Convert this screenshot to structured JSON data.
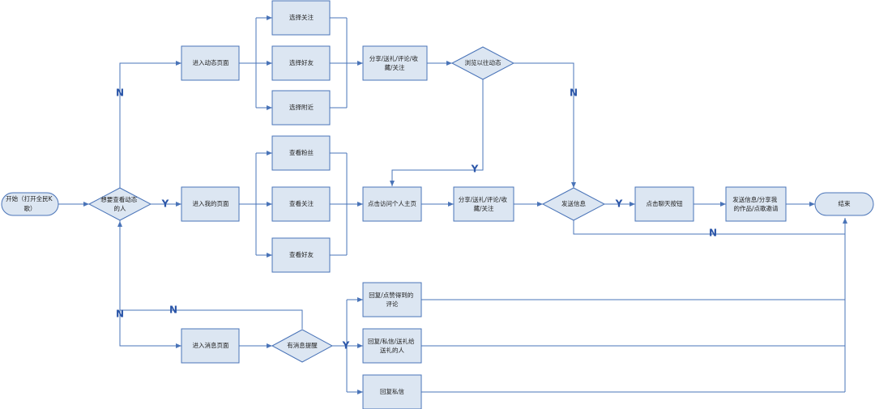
{
  "nodes": {
    "start": [
      "开始（打开全民K",
      "歌）"
    ],
    "want_dynamic": [
      "想要查看动态",
      "的人"
    ],
    "enter_dynamic": [
      "进入动态页面"
    ],
    "enter_mine": [
      "进入我的页面"
    ],
    "enter_message": [
      "进入消息页面"
    ],
    "sel_follow": [
      "选择关注"
    ],
    "sel_friends": [
      "选择好友"
    ],
    "sel_nearby": [
      "选择附近"
    ],
    "view_fans": [
      "查看粉丝"
    ],
    "view_follow": [
      "查看关注"
    ],
    "view_friends": [
      "查看好友"
    ],
    "share_top": [
      "分享/送礼/评论/收",
      "藏/关注"
    ],
    "browse": [
      "浏览以往动态"
    ],
    "visit": [
      "点击访问个人主页"
    ],
    "share_mid": [
      "分享/送礼/评论/收",
      "藏/关注"
    ],
    "send_msg": [
      "发送信息"
    ],
    "chat_btn": [
      "点击聊天按钮"
    ],
    "send_share": [
      "发送信息/分享我",
      "的作品/点歌邀请"
    ],
    "end": [
      "结束"
    ],
    "has_msg": [
      "有消息提醒"
    ],
    "reply_like": [
      "回复/点赞得到的",
      "评论"
    ],
    "reply_dm": [
      "回复/私信/送礼给",
      "送礼的人"
    ],
    "reply_private": [
      "回复私信"
    ]
  },
  "edge_labels": {
    "yes": "Y",
    "no": "N"
  },
  "colors": {
    "box_fill": "#dce6f2",
    "stroke": "#4a74b8",
    "label_y_n": "#2a55a8"
  }
}
